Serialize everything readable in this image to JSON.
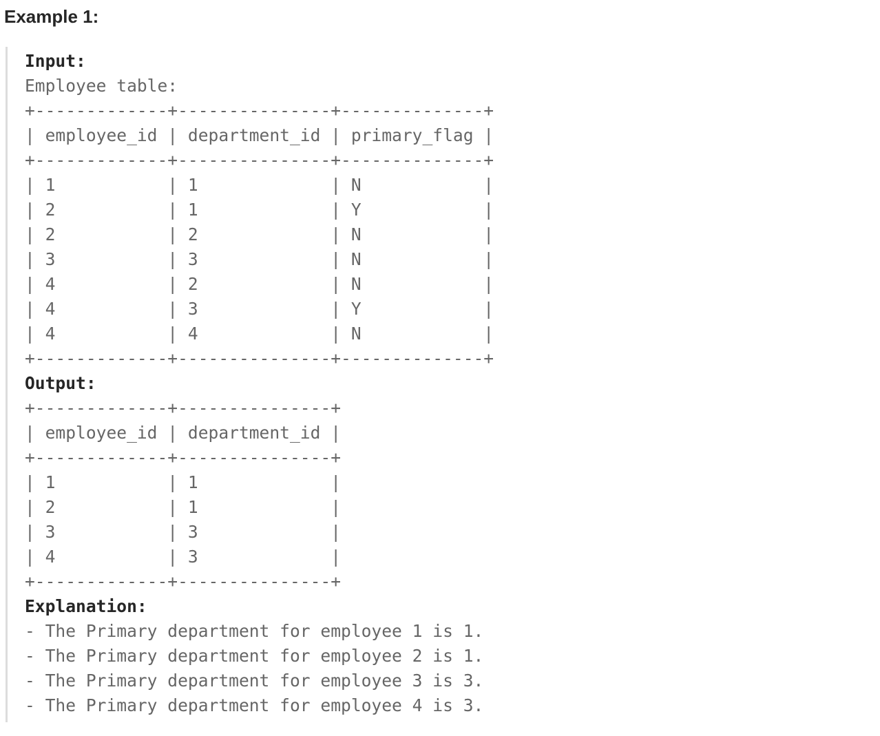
{
  "example": {
    "title": "Example 1:",
    "input_label": "Input:",
    "input_intro": "Employee table:",
    "input_table": {
      "columns": [
        "employee_id",
        "department_id",
        "primary_flag"
      ],
      "rows": [
        [
          "1",
          "1",
          "N"
        ],
        [
          "2",
          "1",
          "Y"
        ],
        [
          "2",
          "2",
          "N"
        ],
        [
          "3",
          "3",
          "N"
        ],
        [
          "4",
          "2",
          "N"
        ],
        [
          "4",
          "3",
          "Y"
        ],
        [
          "4",
          "4",
          "N"
        ]
      ]
    },
    "output_label": "Output:",
    "output_table": {
      "columns": [
        "employee_id",
        "department_id"
      ],
      "rows": [
        [
          "1",
          "1"
        ],
        [
          "2",
          "1"
        ],
        [
          "3",
          "3"
        ],
        [
          "4",
          "3"
        ]
      ]
    },
    "explanation_label": "Explanation:",
    "explanation_lines": [
      "- The Primary department for employee 1 is 1.",
      "- The Primary department for employee 2 is 1.",
      "- The Primary department for employee 3 is 3.",
      "- The Primary department for employee 4 is 3."
    ],
    "colors": {
      "heading_text": "#262626",
      "label_text": "#262626",
      "body_text": "#666666",
      "block_border": "#dcdcdc",
      "background": "#ffffff"
    }
  }
}
